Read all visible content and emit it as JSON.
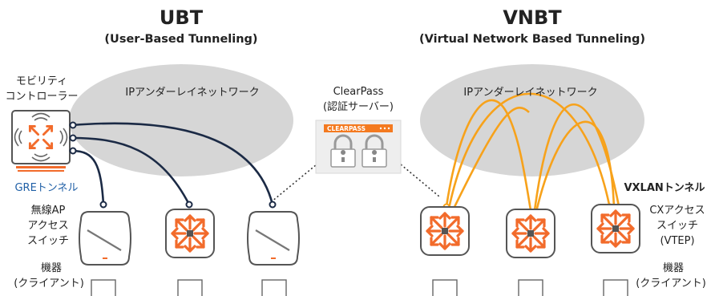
{
  "ubt": {
    "title": "UBT",
    "subtitle": "(User-Based Tunneling)",
    "underlay_label": "IPアンダーレイネットワーク",
    "controller_label_1": "モビリティ",
    "controller_label_2": "コントローラー",
    "gre_label": "GREトンネル",
    "device_label_1": "無線AP",
    "device_label_2": "アクセス",
    "device_label_3": "スイッチ",
    "client_label_1": "機器",
    "client_label_2": "(クライアント)"
  },
  "clearpass": {
    "label_1": "ClearPass",
    "label_2": "(認証サーバー)",
    "badge": "CLEARPASS"
  },
  "vnbt": {
    "title": "VNBT",
    "subtitle": "(Virtual Network Based Tunneling)",
    "underlay_label": "IPアンダーレイネットワーク",
    "vxlan_label": "VXLANトンネル",
    "switch_label_1": "CXアクセス",
    "switch_label_2": "スイッチ",
    "switch_label_3": "(VTEP)",
    "client_label_1": "機器",
    "client_label_2": "(クライアント)"
  },
  "colors": {
    "cloud": "#d6d6d6",
    "gre_line": "#1b2a45",
    "vxlan_line": "#f7a21b",
    "switch_orange": "#f26b2b",
    "gre_text": "#1f5fa6",
    "clearpass_badge": "#f47a20"
  }
}
